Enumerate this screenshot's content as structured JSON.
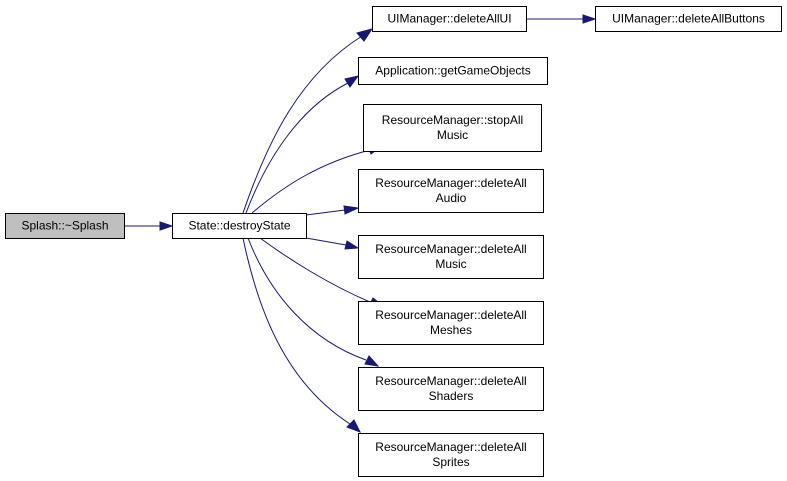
{
  "diagram": {
    "colors": {
      "edge": "#191970",
      "root_fill": "#bfbfbf",
      "node_fill": "#ffffff",
      "border": "#000000"
    },
    "nodes": [
      {
        "id": "splash_dtor",
        "lines": [
          "Splash::~Splash"
        ],
        "root": true
      },
      {
        "id": "destroy_state",
        "lines": [
          "State::destroyState"
        ]
      },
      {
        "id": "delete_all_ui",
        "lines": [
          "UIManager::deleteAllUI"
        ]
      },
      {
        "id": "delete_all_buttons",
        "lines": [
          "UIManager::deleteAllButtons"
        ]
      },
      {
        "id": "get_game_objects",
        "lines": [
          "Application::getGameObjects"
        ]
      },
      {
        "id": "stop_all_music",
        "lines": [
          "ResourceManager::stopAll",
          "Music"
        ]
      },
      {
        "id": "delete_all_audio",
        "lines": [
          "ResourceManager::deleteAll",
          "Audio"
        ]
      },
      {
        "id": "delete_all_music",
        "lines": [
          "ResourceManager::deleteAll",
          "Music"
        ]
      },
      {
        "id": "delete_all_meshes",
        "lines": [
          "ResourceManager::deleteAll",
          "Meshes"
        ]
      },
      {
        "id": "delete_all_shaders",
        "lines": [
          "ResourceManager::deleteAll",
          "Shaders"
        ]
      },
      {
        "id": "delete_all_sprites",
        "lines": [
          "ResourceManager::deleteAll",
          "Sprites"
        ]
      }
    ],
    "edges": [
      {
        "from": "splash_dtor",
        "to": "destroy_state"
      },
      {
        "from": "destroy_state",
        "to": "delete_all_ui"
      },
      {
        "from": "delete_all_ui",
        "to": "delete_all_buttons"
      },
      {
        "from": "destroy_state",
        "to": "get_game_objects"
      },
      {
        "from": "destroy_state",
        "to": "stop_all_music"
      },
      {
        "from": "destroy_state",
        "to": "delete_all_audio"
      },
      {
        "from": "destroy_state",
        "to": "delete_all_music"
      },
      {
        "from": "destroy_state",
        "to": "delete_all_meshes"
      },
      {
        "from": "destroy_state",
        "to": "delete_all_shaders"
      },
      {
        "from": "destroy_state",
        "to": "delete_all_sprites"
      }
    ]
  }
}
